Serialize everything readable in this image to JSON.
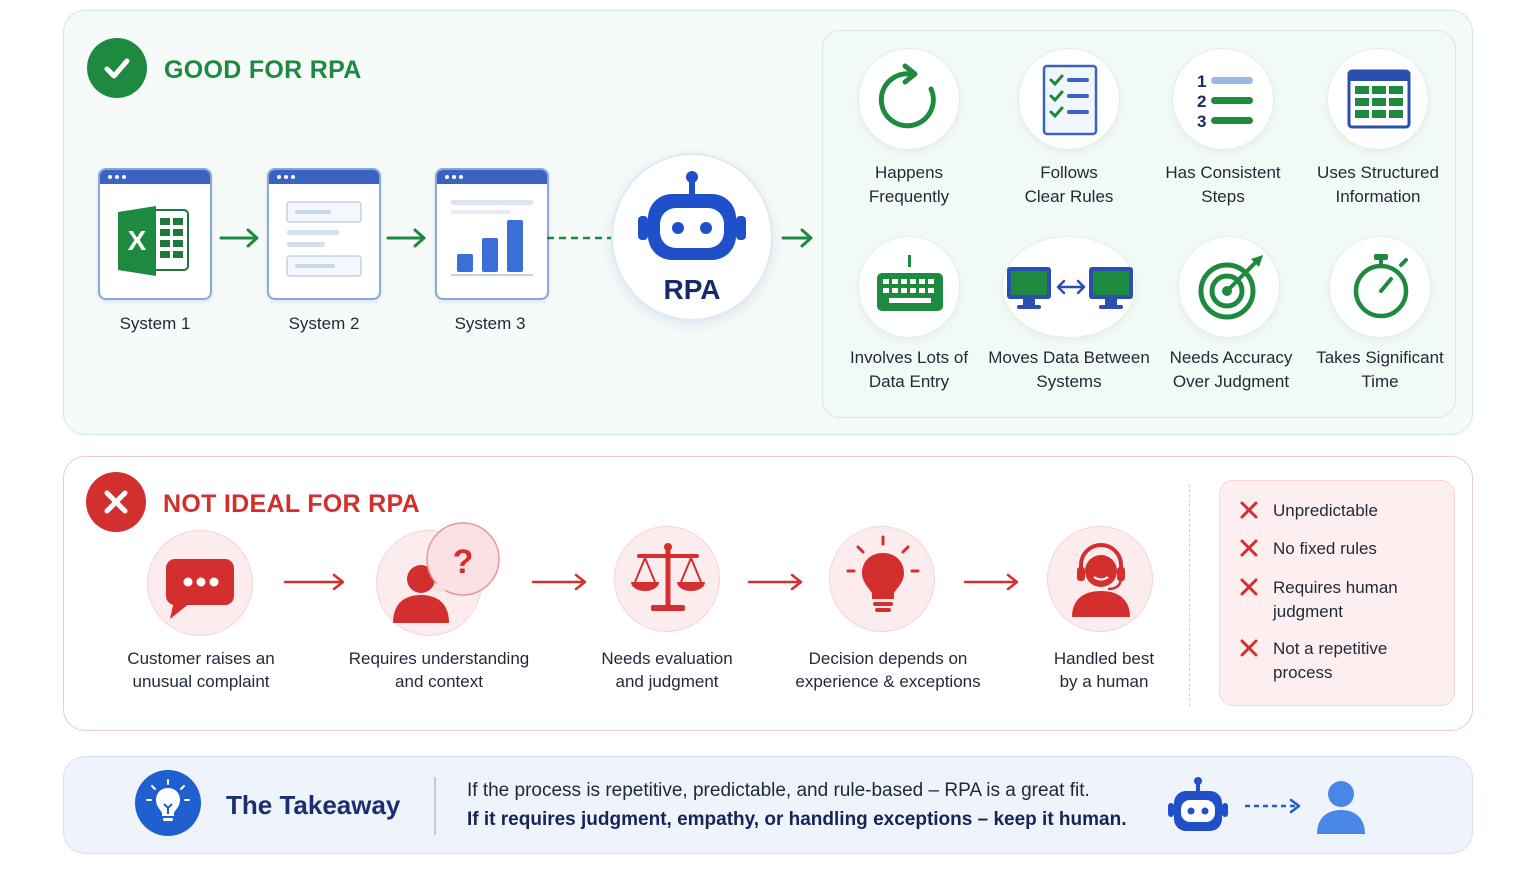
{
  "good_section": {
    "title": "GOOD FOR RPA",
    "systems": [
      "System 1",
      "System 2",
      "System 3"
    ],
    "rpa_label": "RPA",
    "criteria": [
      {
        "line1": "Happens",
        "line2": "Frequently",
        "icon": "refresh-icon"
      },
      {
        "line1": "Follows",
        "line2": "Clear Rules",
        "icon": "checklist-icon"
      },
      {
        "line1": "Has Consistent",
        "line2": "Steps",
        "icon": "numbered-list-icon"
      },
      {
        "line1": "Uses Structured",
        "line2": "Information",
        "icon": "table-icon"
      },
      {
        "line1": "Involves Lots of",
        "line2": "Data Entry",
        "icon": "keyboard-icon"
      },
      {
        "line1": "Moves Data Between",
        "line2": "Systems",
        "icon": "monitors-transfer-icon"
      },
      {
        "line1": "Needs Accuracy",
        "line2": "Over Judgment",
        "icon": "target-icon"
      },
      {
        "line1": "Takes Significant",
        "line2": "Time",
        "icon": "stopwatch-icon"
      }
    ]
  },
  "bad_section": {
    "title": "NOT IDEAL FOR RPA",
    "steps": [
      {
        "line1": "Customer raises an",
        "line2": "unusual complaint",
        "icon": "chat-bubble-icon"
      },
      {
        "line1": "Requires understanding",
        "line2": "and context",
        "icon": "person-question-icon"
      },
      {
        "line1": "Needs evaluation",
        "line2": "and judgment",
        "icon": "scales-icon"
      },
      {
        "line1": "Decision depends on",
        "line2": "experience & exceptions",
        "icon": "lightbulb-icon"
      },
      {
        "line1": "Handled best",
        "line2": "by a human",
        "icon": "headset-person-icon"
      }
    ],
    "reasons": [
      {
        "line1": "Unpredictable",
        "line2": ""
      },
      {
        "line1": "No fixed rules",
        "line2": ""
      },
      {
        "line1": "Requires human",
        "line2": "judgment"
      },
      {
        "line1": "Not a repetitive",
        "line2": "process"
      }
    ]
  },
  "takeaway": {
    "title": "The Takeaway",
    "line1": "If the process is repetitive, predictable, and rule-based – RPA is a great fit.",
    "line2": "If it requires judgment, empathy, or handling exceptions – keep it human."
  },
  "colors": {
    "good": "#1e8a3f",
    "bad": "#d32f2f",
    "robot": "#1f4fc9",
    "navy": "#16296b"
  }
}
